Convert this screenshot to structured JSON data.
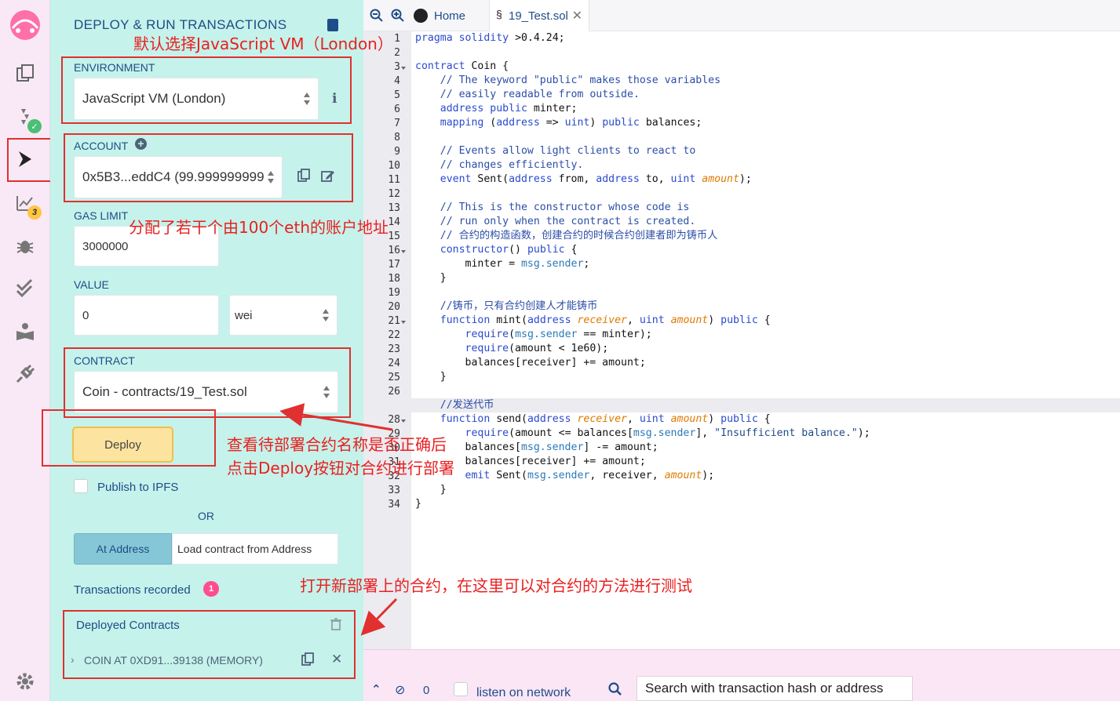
{
  "rail": {
    "plugin_badge": "3"
  },
  "panel": {
    "title": "DEPLOY & RUN TRANSACTIONS",
    "environment": {
      "label": "ENVIRONMENT",
      "value": "JavaScript VM (London)"
    },
    "account": {
      "label": "ACCOUNT",
      "value": "0x5B3...eddC4 (99.999999999"
    },
    "gas_limit": {
      "label": "GAS LIMIT",
      "value": "3000000"
    },
    "value": {
      "label": "VALUE",
      "amount": "0",
      "unit": "wei"
    },
    "contract": {
      "label": "CONTRACT",
      "value": "Coin - contracts/19_Test.sol"
    },
    "deploy_label": "Deploy",
    "publish_label": "Publish to IPFS",
    "or_label": "OR",
    "at_address_label": "At Address",
    "load_placeholder": "Load contract from Address",
    "transactions_label": "Transactions recorded",
    "transactions_count": "1",
    "deployed_label": "Deployed Contracts",
    "deployed_item": "COIN AT 0XD91...39138 (MEMORY)"
  },
  "annotations": {
    "environment": "默认选择JavaScript VM（London）",
    "account": "分配了若干个由100个eth的账户地址",
    "deploy_line1": "查看待部署合约名称是否正确后",
    "deploy_line2": "点击Deploy按钮对合约进行部署",
    "deployed": "打开新部署上的合约，在这里可以对合约的方法进行测试"
  },
  "editor": {
    "home_tab": "Home",
    "file_tab": "19_Test.sol",
    "lines": [
      "pragma solidity >0.4.24;",
      "",
      "contract Coin {",
      "    // The keyword \"public\" makes those variables",
      "    // easily readable from outside.",
      "    address public minter;",
      "    mapping (address => uint) public balances;",
      "",
      "    // Events allow light clients to react to",
      "    // changes efficiently.",
      "    event Sent(address from, address to, uint amount);",
      "",
      "    // This is the constructor whose code is",
      "    // run only when the contract is created.",
      "    // 合约的构造函数，创建合约的时候合约创建者即为铸币人",
      "    constructor() public {",
      "        minter = msg.sender;",
      "    }",
      "",
      "    //铸币，只有合约创建人才能铸币",
      "    function mint(address receiver, uint amount) public {",
      "        require(msg.sender == minter);",
      "        require(amount < 1e60);",
      "        balances[receiver] += amount;",
      "    }",
      "",
      "    //发送代币",
      "    function send(address receiver, uint amount) public {",
      "        require(amount <= balances[msg.sender], \"Insufficient balance.\");",
      "        balances[msg.sender] -= amount;",
      "        balances[receiver] += amount;",
      "        emit Sent(msg.sender, receiver, amount);",
      "    }",
      "}"
    ]
  },
  "terminal": {
    "pending_count": "0",
    "listen_label": "listen on network",
    "search_placeholder": "Search with transaction hash or address"
  }
}
